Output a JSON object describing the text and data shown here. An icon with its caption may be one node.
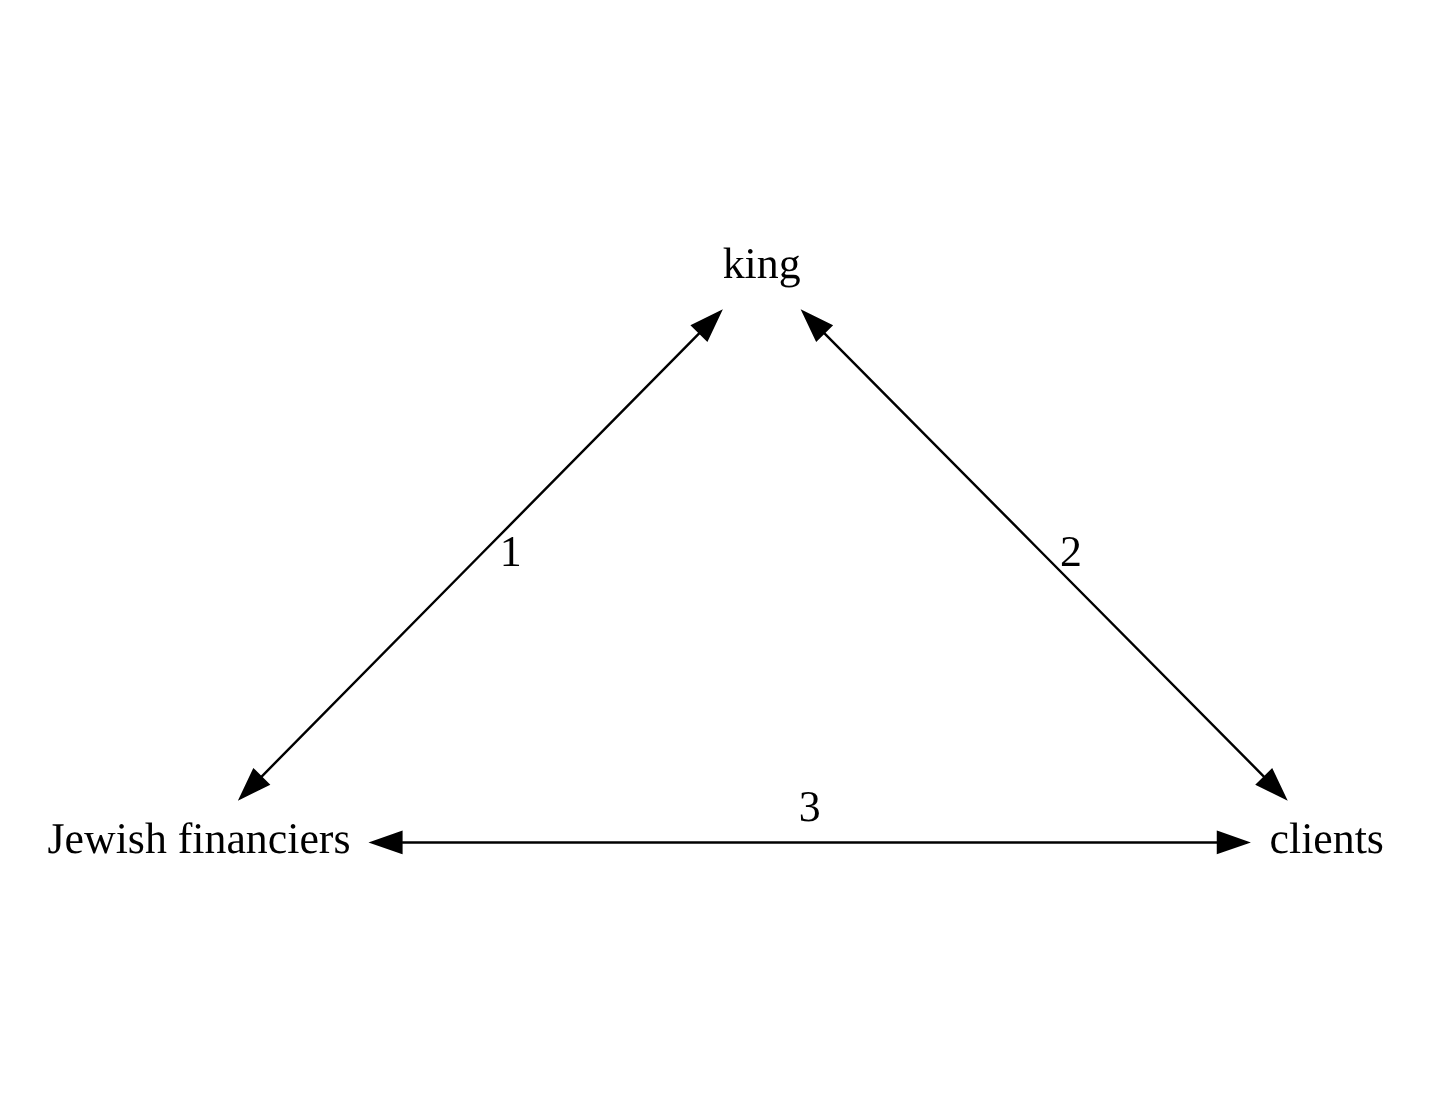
{
  "diagram": {
    "nodes": [
      {
        "text": [
          "king"
        ]
      },
      {
        "text": [
          "Jewish financiers"
        ]
      },
      {
        "text": [
          "clients"
        ]
      }
    ],
    "edges": [
      {
        "from": 0,
        "to": 1,
        "arrow": "both",
        "label": "1"
      },
      {
        "from": 0,
        "to": 2,
        "arrow": "both",
        "label": "2"
      },
      {
        "from": 1,
        "to": 2,
        "arrow": "both",
        "label": "3"
      }
    ]
  }
}
